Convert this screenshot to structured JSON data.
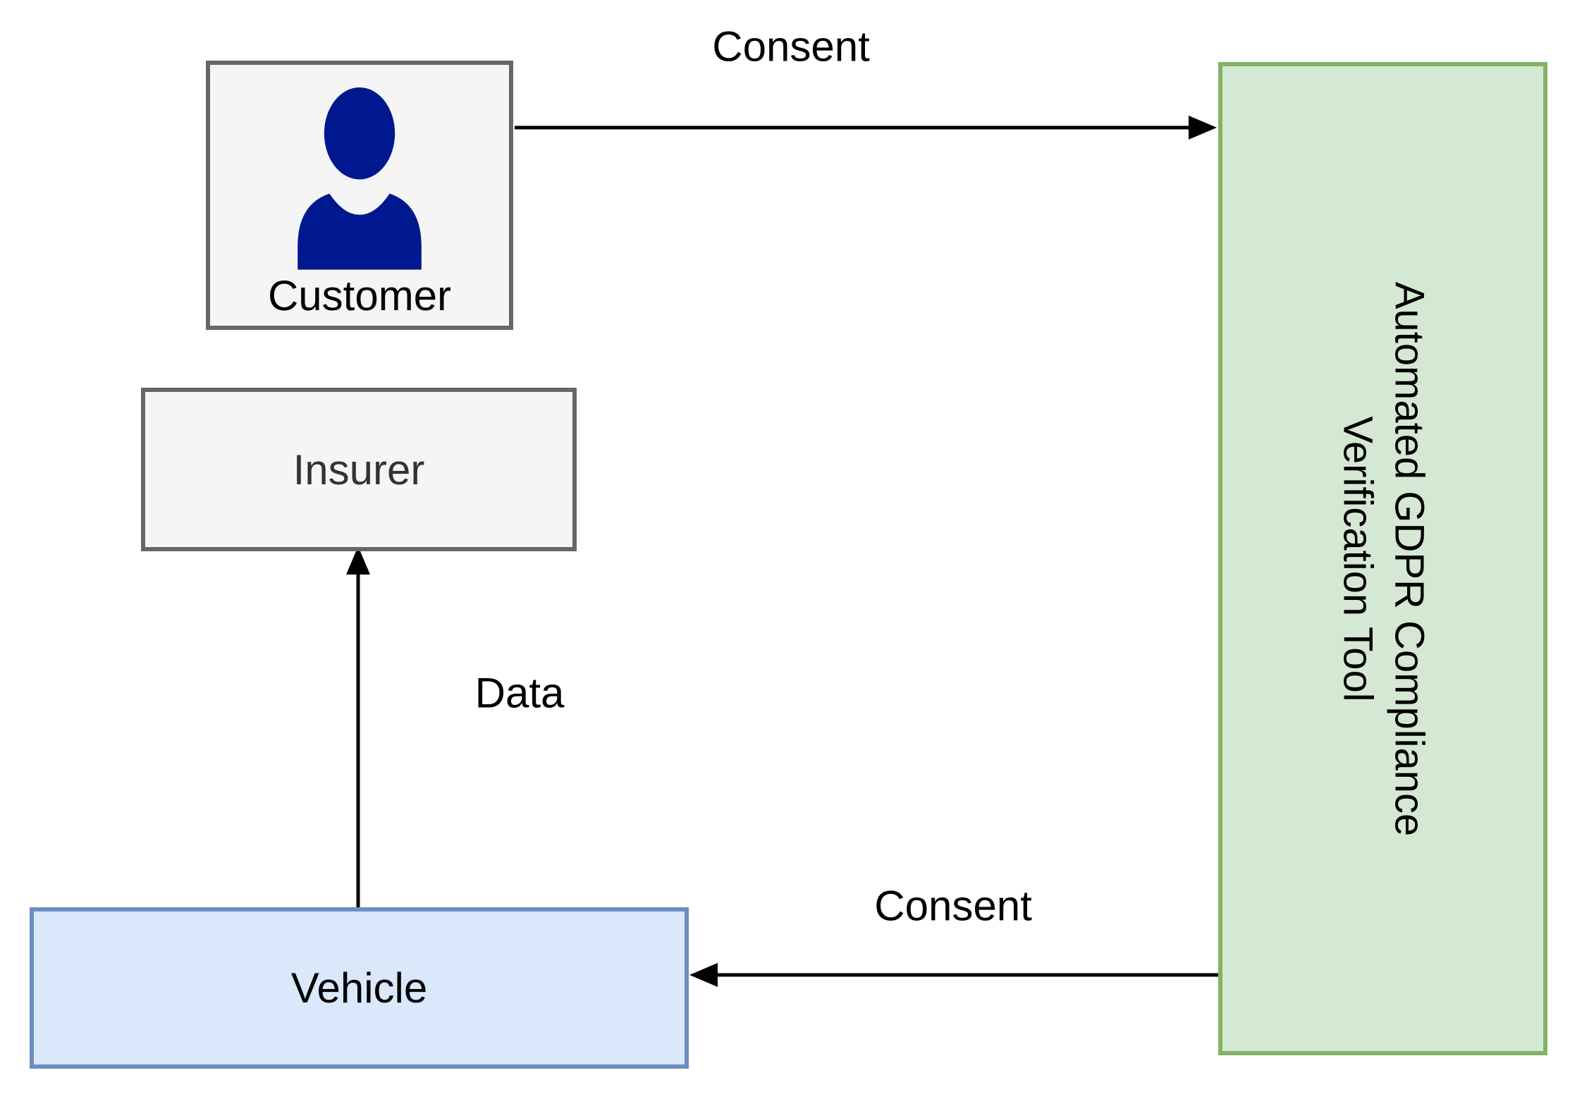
{
  "diagram": {
    "nodes": {
      "customer": {
        "label": "Customer",
        "fill": "#f5f5f5",
        "border": "#666666",
        "icon": "person-icon"
      },
      "insurer": {
        "label": "Insurer",
        "fill": "#f5f5f5",
        "border": "#666666"
      },
      "vehicle": {
        "label": "Vehicle",
        "fill": "#dae8fc",
        "border": "#6c8ebf"
      },
      "tool": {
        "label": "Automated GDPR Compliance Verification Tool",
        "label_line1": "Automated GDPR Compliance",
        "label_line2": "Verification Tool",
        "fill": "#d5e8d4",
        "border": "#82b366",
        "text_rotation_deg": 90
      }
    },
    "edges": {
      "consent_top": {
        "label": "Consent",
        "from": "customer",
        "to": "tool",
        "direction": "right"
      },
      "data_flow": {
        "label": "Data",
        "from": "vehicle",
        "to": "insurer",
        "direction": "up"
      },
      "consent_bottom": {
        "label": "Consent",
        "from": "tool",
        "to": "vehicle",
        "direction": "left"
      }
    },
    "colors": {
      "canvas_bg": "#ffffff",
      "arrow": "#000000",
      "person_icon": "#00188f",
      "insurer_text": "#333333",
      "default_text": "#000000"
    }
  }
}
